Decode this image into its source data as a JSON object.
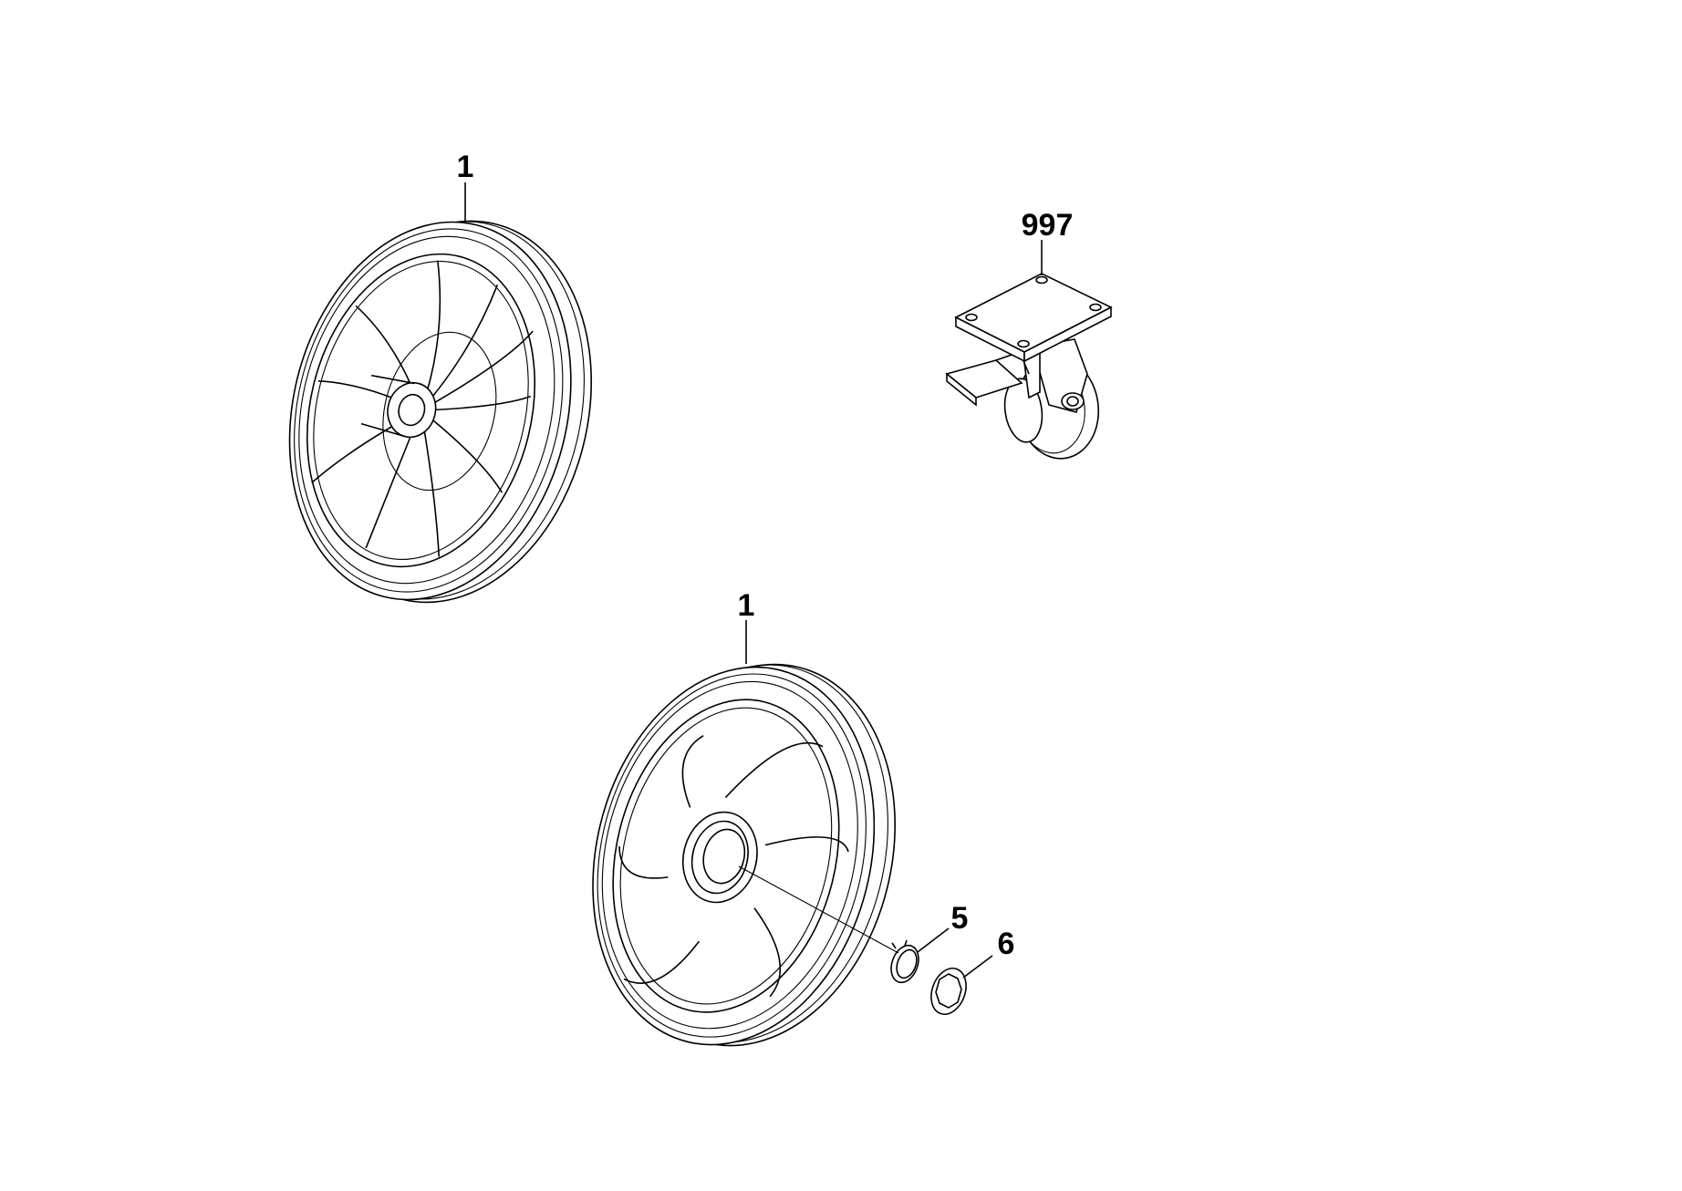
{
  "callouts": {
    "wheel_rear": "1",
    "wheel_front": "1",
    "caster": "997",
    "circlip": "5",
    "washer": "6"
  },
  "icons": {
    "wheel_rear": "spoked-wheel-icon",
    "wheel_front": "wheel-icon",
    "caster": "caster-wheel-icon",
    "circlip": "circlip-icon",
    "washer": "lock-washer-icon"
  }
}
